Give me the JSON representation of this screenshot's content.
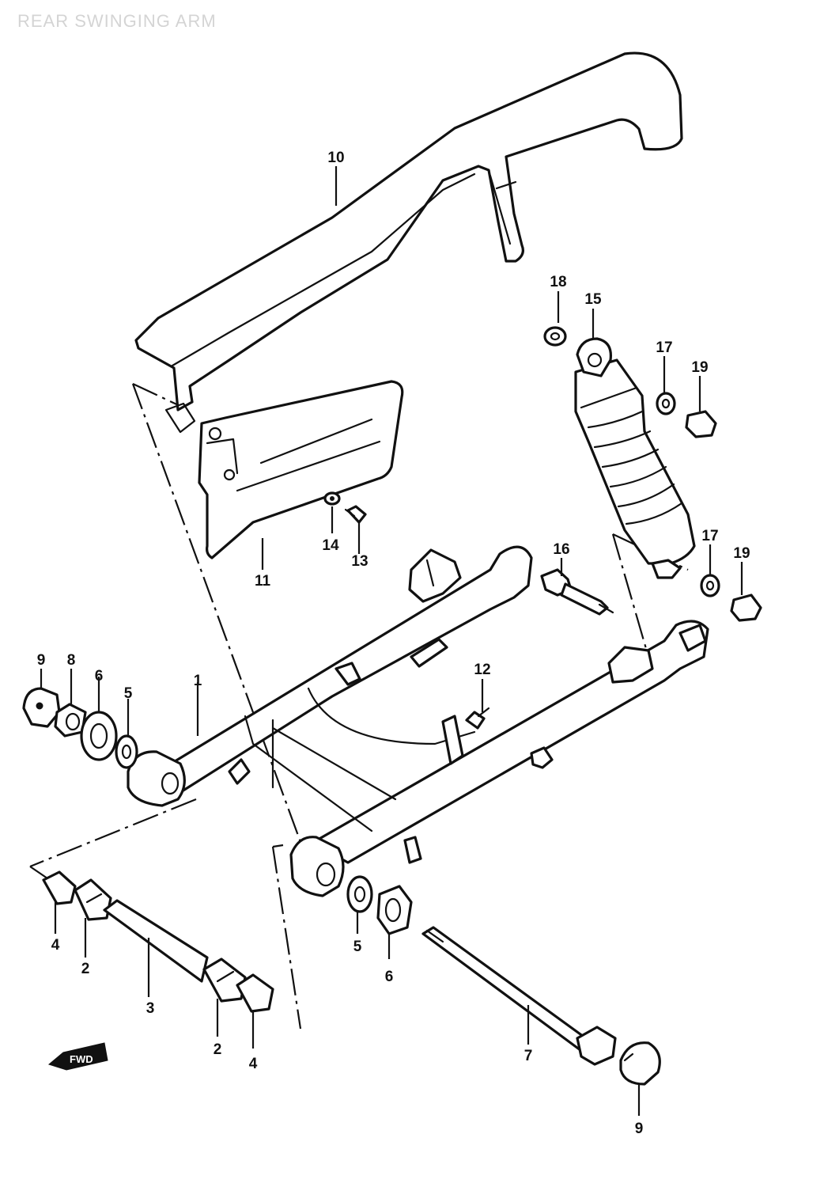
{
  "title": "REAR SWINGING ARM",
  "direction_marker": "FWD",
  "callouts": [
    {
      "id": "c10",
      "label": "10"
    },
    {
      "id": "c18",
      "label": "18"
    },
    {
      "id": "c15",
      "label": "15"
    },
    {
      "id": "c17a",
      "label": "17"
    },
    {
      "id": "c19a",
      "label": "19"
    },
    {
      "id": "c14",
      "label": "14"
    },
    {
      "id": "c13",
      "label": "13"
    },
    {
      "id": "c11",
      "label": "11"
    },
    {
      "id": "c16",
      "label": "16"
    },
    {
      "id": "c17b",
      "label": "17"
    },
    {
      "id": "c19b",
      "label": "19"
    },
    {
      "id": "c9a",
      "label": "9"
    },
    {
      "id": "c8",
      "label": "8"
    },
    {
      "id": "c6a",
      "label": "6"
    },
    {
      "id": "c5a",
      "label": "5"
    },
    {
      "id": "c1",
      "label": "1"
    },
    {
      "id": "c12",
      "label": "12"
    },
    {
      "id": "c4a",
      "label": "4"
    },
    {
      "id": "c2a",
      "label": "2"
    },
    {
      "id": "c3",
      "label": "3"
    },
    {
      "id": "c2b",
      "label": "2"
    },
    {
      "id": "c4b",
      "label": "4"
    },
    {
      "id": "c5b",
      "label": "5"
    },
    {
      "id": "c6b",
      "label": "6"
    },
    {
      "id": "c7",
      "label": "7"
    },
    {
      "id": "c9b",
      "label": "9"
    }
  ]
}
